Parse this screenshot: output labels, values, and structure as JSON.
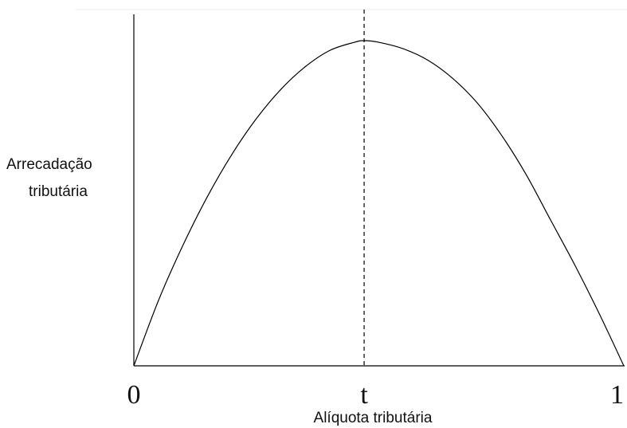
{
  "chart_data": {
    "type": "line",
    "title": "",
    "xlabel": "Alíquota tributária",
    "ylabel_lines": [
      "Arrecadação",
      "tributária"
    ],
    "x_ticks": [
      {
        "value": 0,
        "label": "0"
      },
      {
        "value": 0.47,
        "label": "t"
      },
      {
        "value": 1,
        "label": "1"
      }
    ],
    "xlim": [
      0,
      1
    ],
    "ylim": [
      0,
      1
    ],
    "grid": false,
    "reference_line": {
      "x": 0.47,
      "style": "dashed"
    },
    "series": [
      {
        "x": [
          0,
          0.05,
          0.1,
          0.15,
          0.2,
          0.25,
          0.3,
          0.35,
          0.4,
          0.45,
          0.47,
          0.5,
          0.55,
          0.6,
          0.65,
          0.7,
          0.75,
          0.8,
          0.85,
          0.9,
          0.95,
          1
        ],
        "values": [
          0,
          0.2,
          0.37,
          0.52,
          0.65,
          0.76,
          0.85,
          0.92,
          0.97,
          0.995,
          1.0,
          0.995,
          0.975,
          0.94,
          0.885,
          0.81,
          0.71,
          0.59,
          0.45,
          0.31,
          0.16,
          0
        ]
      }
    ]
  }
}
